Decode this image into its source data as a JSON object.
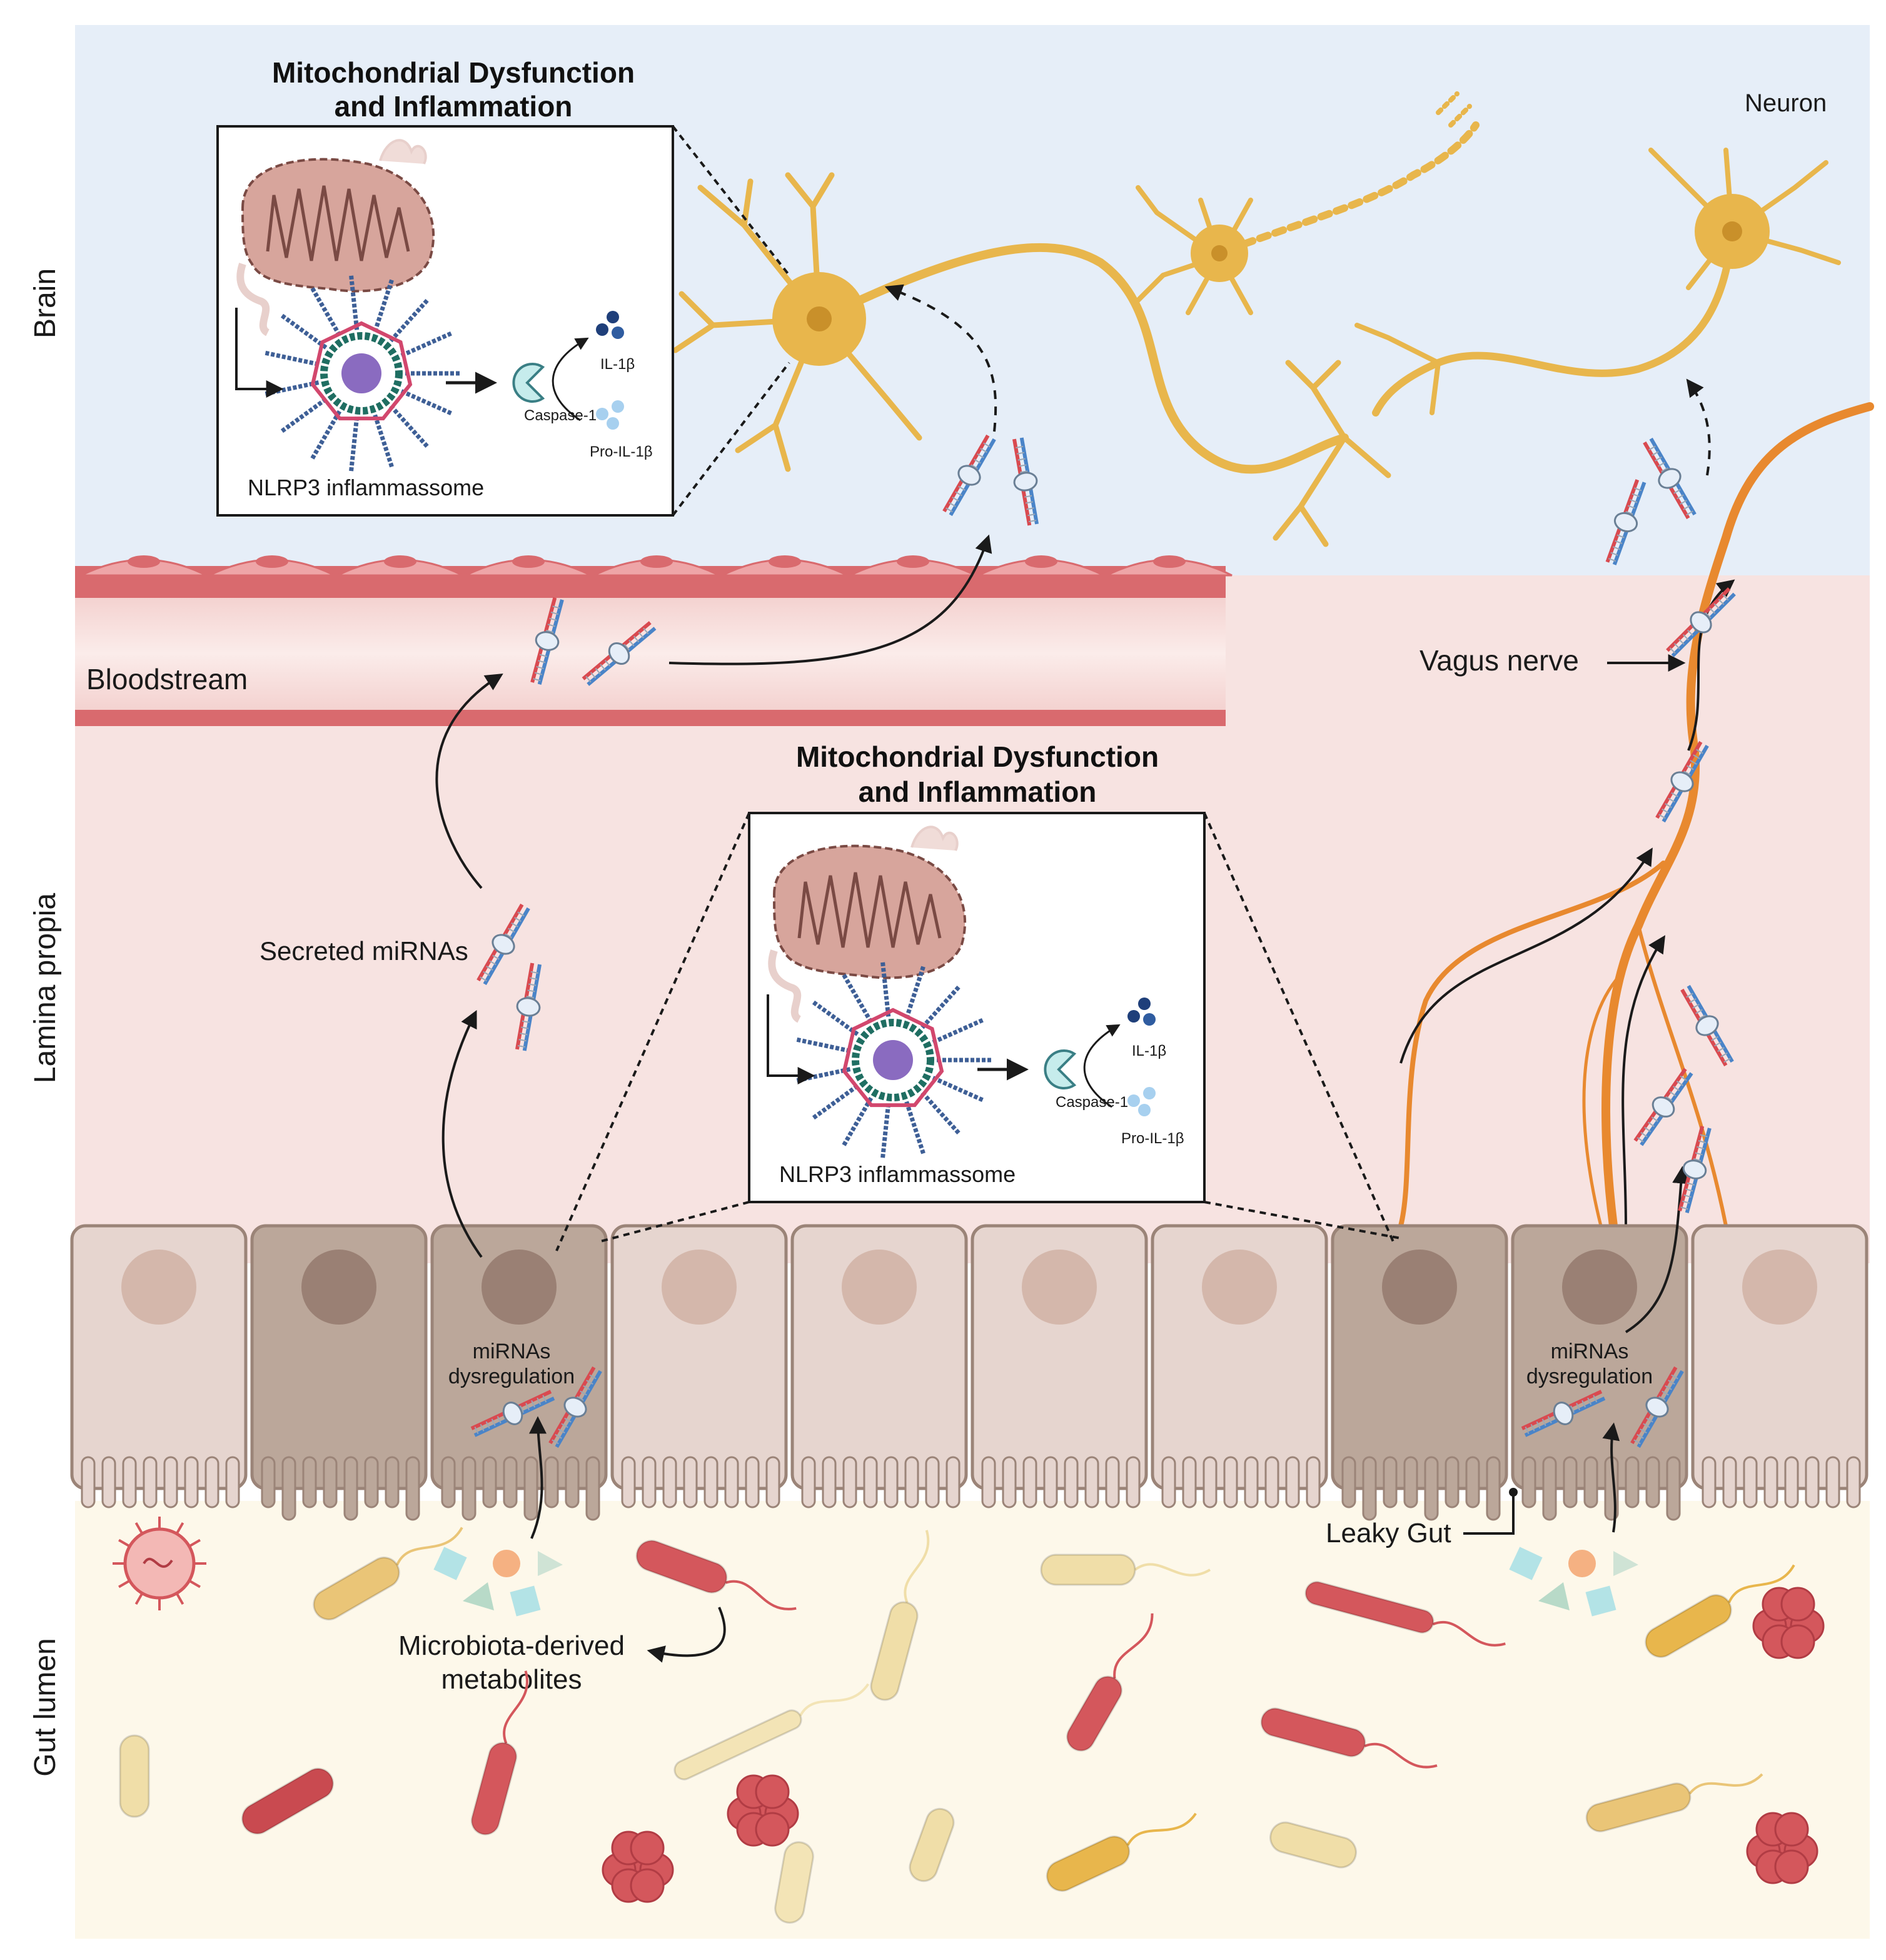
{
  "zones": {
    "brain": "Brain",
    "lamina": "Lamina propia",
    "gut": "Gut lumen"
  },
  "labels": {
    "neuron": "Neuron",
    "bloodstream": "Bloodstream",
    "vagus": "Vagus nerve",
    "secreted": "Secreted miRNAs",
    "dysreg_line1": "miRNAs",
    "dysreg_line2": "dysregulation",
    "leaky": "Leaky Gut",
    "metab_line1": "Microbiota-derived",
    "metab_line2": "metabolites"
  },
  "inset": {
    "title_line1": "Mitochondrial Dysfunction",
    "title_line2": "and Inflammation",
    "caspase": "Caspase-1",
    "il1b": "IL-1β",
    "proil1b": "Pro-IL-1β",
    "nlrp3": "NLRP3 inflammassome"
  },
  "colors": {
    "brain_bg": "#e6eef8",
    "lamina_bg": "#f7e3e1",
    "gut_bg": "#fdf8ea",
    "neuron": "#e8b64c",
    "vagus": "#e8892f",
    "cell_light": "#e6d5cf",
    "cell_dark": "#bba79a",
    "bacteria_red": "#d4575c",
    "bacteria_yellow": "#eed08f"
  }
}
